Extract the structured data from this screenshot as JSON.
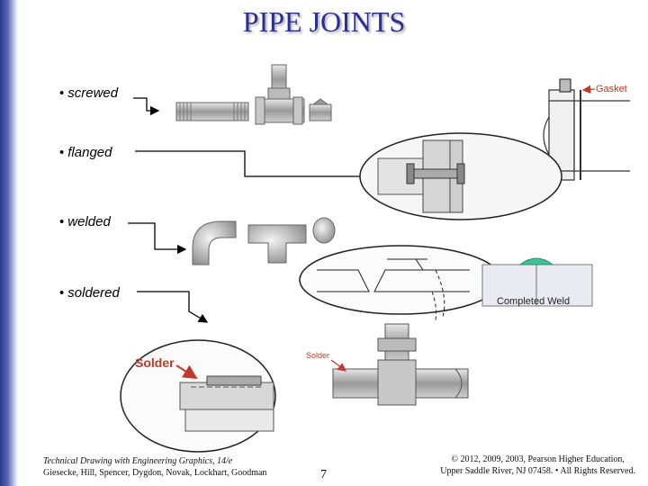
{
  "title": "PIPE JOINTS",
  "bullets": {
    "screwed": "screwed",
    "flanged": "flanged",
    "welded": "welded",
    "soldered": "soldered",
    "dot": "•"
  },
  "labels": {
    "gasket": "Gasket",
    "completed_weld": "Completed Weld",
    "solder_large": "Solder",
    "solder_small": "Solder"
  },
  "footer": {
    "book_title": "Technical Drawing with Engineering Graphics, 14/e",
    "authors": "Giesecke, Hill, Spencer, Dygdon, Novak, Lockhart, Goodman",
    "page_number": "7",
    "copyright_line1": "© 2012, 2009, 2003, Pearson Higher Education,",
    "copyright_line2": "Upper Saddle River, NJ 07458. • All Rights Reserved."
  },
  "colors": {
    "title": "#2b2f8f",
    "weld_bead": "#3cc39a",
    "label_red": "#c0392b"
  }
}
